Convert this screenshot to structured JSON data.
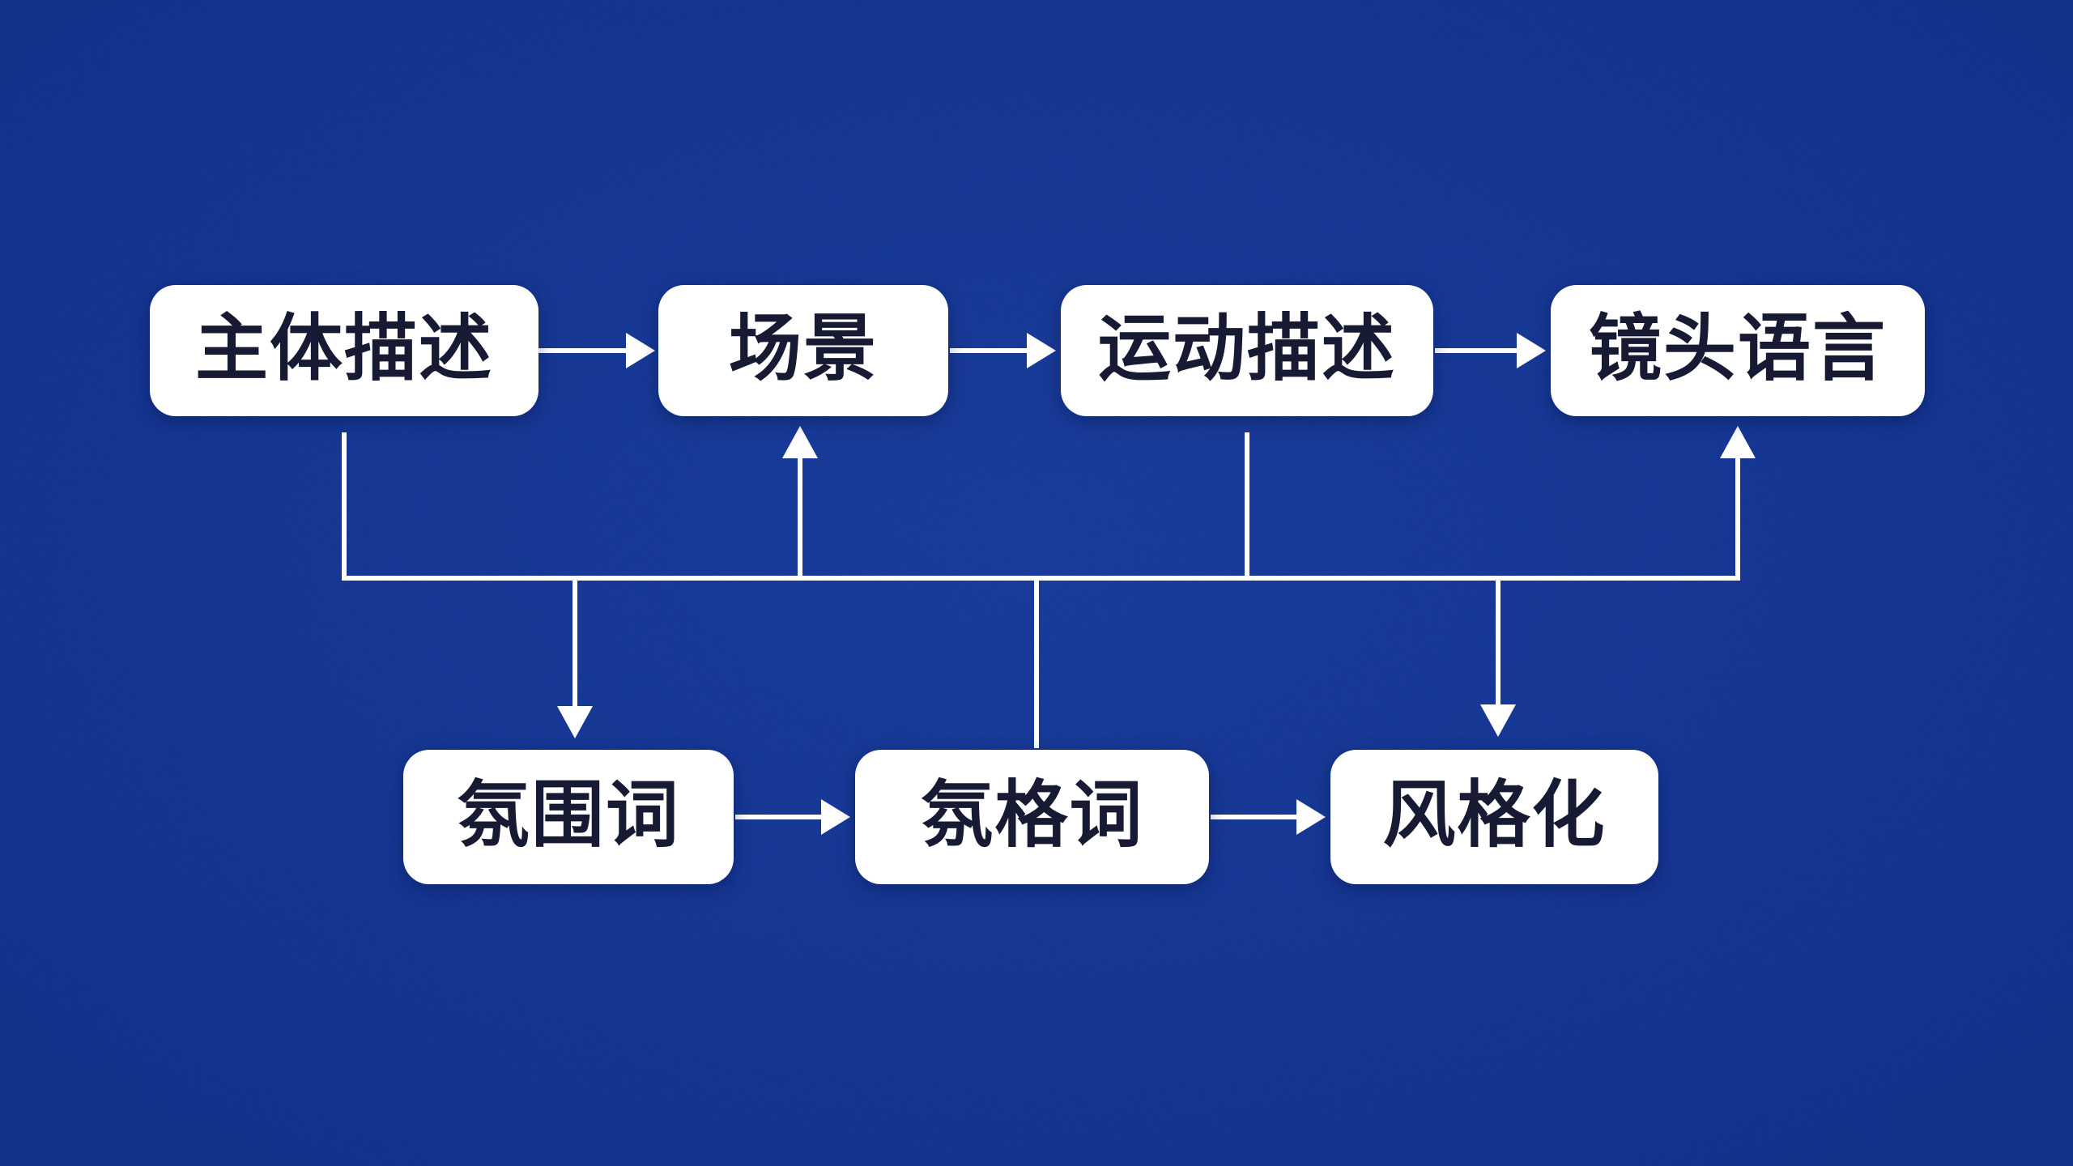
{
  "diagram": {
    "type": "flowchart",
    "colors": {
      "background": "#0f3190",
      "node_fill": "#ffffff",
      "node_text": "#171a33",
      "connector": "#ffffff"
    },
    "nodes": [
      {
        "id": "subject-description",
        "label": "主体描述",
        "row": "top"
      },
      {
        "id": "scene",
        "label": "场景",
        "row": "top"
      },
      {
        "id": "motion-description",
        "label": "运动描述",
        "row": "top"
      },
      {
        "id": "camera-language",
        "label": "镜头语言",
        "row": "top"
      },
      {
        "id": "atmosphere-words",
        "label": "氛围词",
        "row": "bottom"
      },
      {
        "id": "ambience-style-words",
        "label": "氛格词",
        "row": "bottom"
      },
      {
        "id": "stylization",
        "label": "风格化",
        "row": "bottom"
      }
    ],
    "edges": [
      {
        "from": "subject-description",
        "to": "scene",
        "connector": "arrow",
        "path": "direct"
      },
      {
        "from": "scene",
        "to": "motion-description",
        "connector": "arrow",
        "path": "direct"
      },
      {
        "from": "motion-description",
        "to": "camera-language",
        "connector": "arrow",
        "path": "direct"
      },
      {
        "from": "atmosphere-words",
        "to": "ambience-style-words",
        "connector": "arrow",
        "path": "direct"
      },
      {
        "from": "ambience-style-words",
        "to": "stylization",
        "connector": "arrow",
        "path": "direct"
      },
      {
        "from": "subject-description",
        "to": "bus",
        "connector": "line",
        "path": "bus"
      },
      {
        "from": "bus",
        "to": "scene",
        "connector": "arrow",
        "path": "bus"
      },
      {
        "from": "motion-description",
        "to": "bus",
        "connector": "line",
        "path": "bus"
      },
      {
        "from": "bus",
        "to": "camera-language",
        "connector": "arrow",
        "path": "bus"
      },
      {
        "from": "bus",
        "to": "atmosphere-words",
        "connector": "arrow",
        "path": "bus"
      },
      {
        "from": "bus",
        "to": "ambience-style-words",
        "connector": "line",
        "path": "bus"
      },
      {
        "from": "bus",
        "to": "stylization",
        "connector": "arrow",
        "path": "bus"
      }
    ]
  }
}
